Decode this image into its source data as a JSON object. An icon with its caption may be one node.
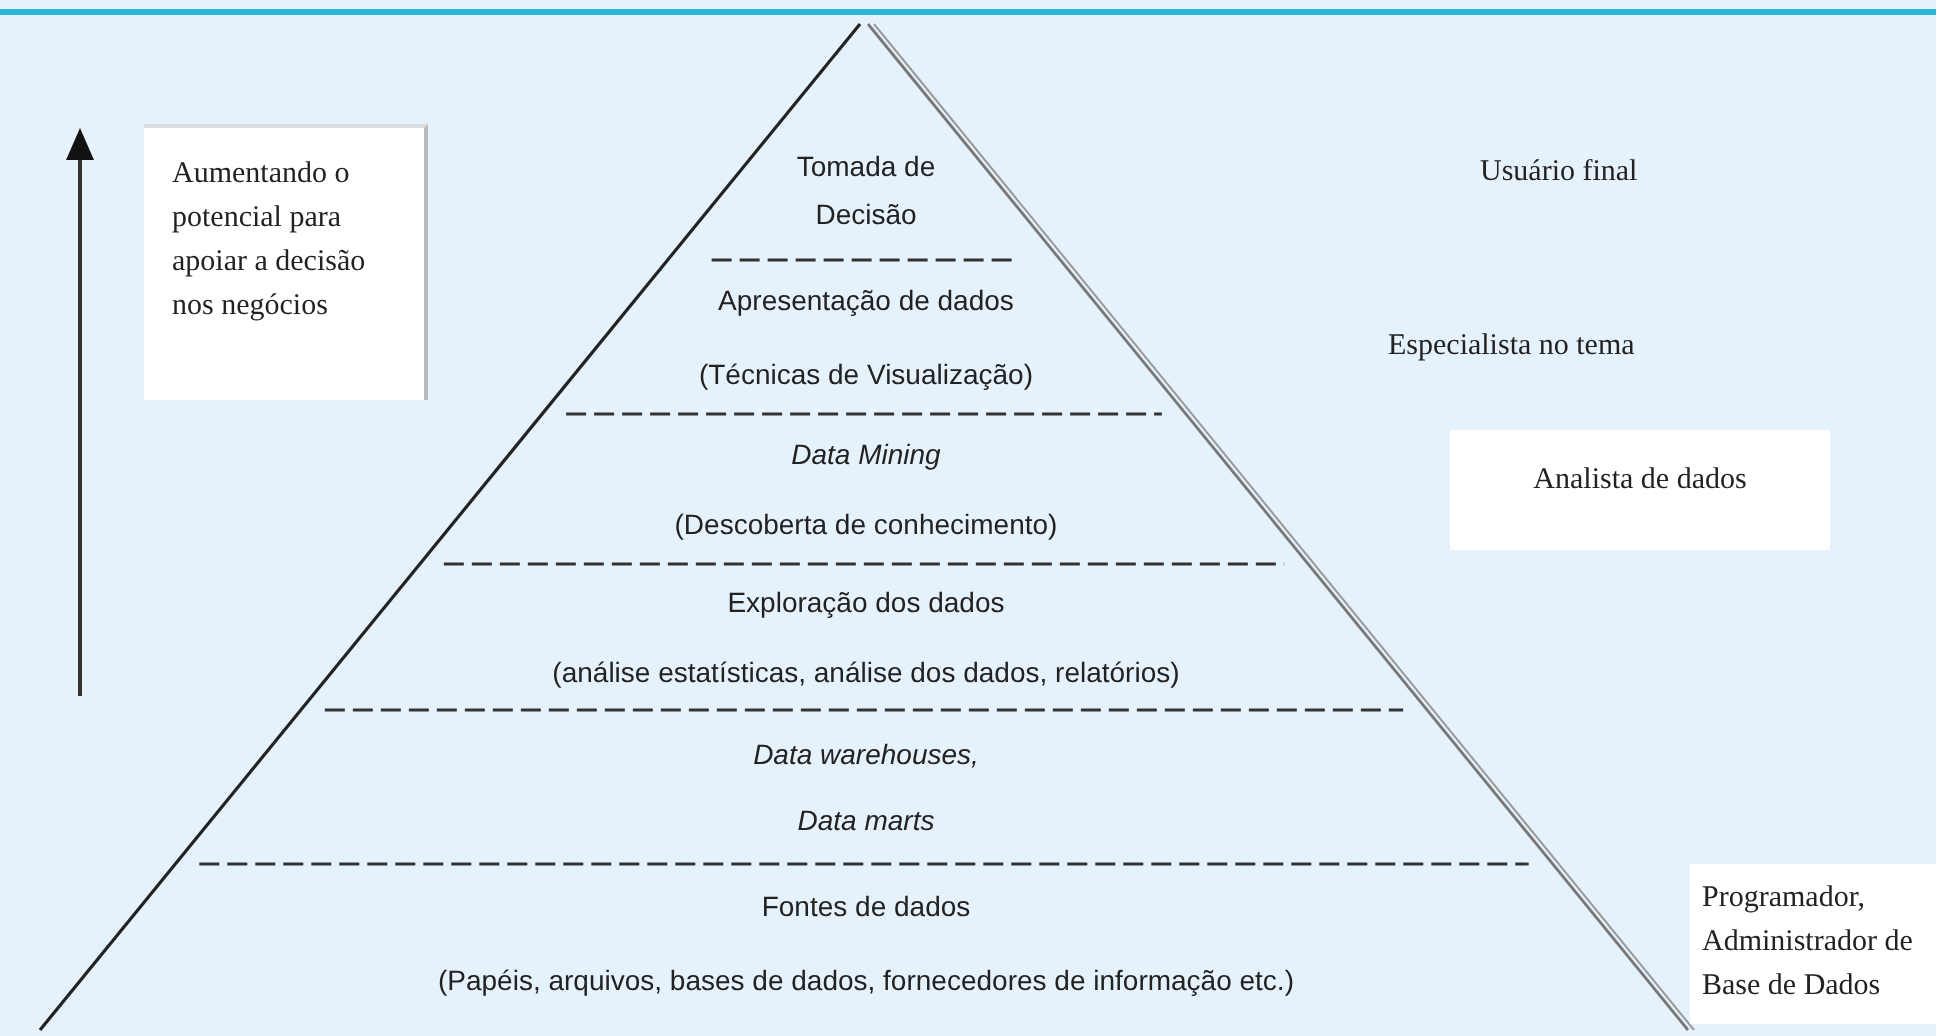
{
  "diagram": {
    "nodes": [
      {
        "text": [
          "Aumentando o potencial para apoiar a decisão nos negócios"
        ]
      },
      {
        "text": [
          "Tomada de Decisão"
        ]
      },
      {
        "text": [
          "Apresentação de dados",
          "(Técnicas de Visualização)"
        ]
      },
      {
        "text": [
          "Data Mining",
          "(Descoberta de conhecimento)"
        ]
      },
      {
        "text": [
          "Exploração dos dados",
          "(análise estatísticas, análise dos dados, relatórios)"
        ]
      },
      {
        "text": [
          "Data warehouses, Data marts"
        ]
      },
      {
        "text": [
          "Fontes de dados",
          "(Papéis, arquivos, bases de dados, fornecedores de informação etc.)"
        ]
      },
      {
        "text": [
          "Analista de dados"
        ]
      },
      {
        "text": [
          "Programador, Administrador de Base de Dados"
        ]
      }
    ],
    "labels": [
      "Usuário final",
      "Especialista no tema"
    ]
  }
}
